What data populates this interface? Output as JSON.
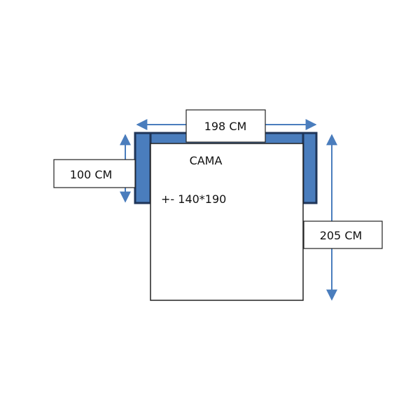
{
  "diagram": {
    "bed_label": "CAMA",
    "bed_size": "+- 140*190",
    "width_dimension": "198 CM",
    "height_dimension": "205 CM",
    "arm_depth_dimension": "100 CM"
  },
  "colors": {
    "frame_fill": "#4a7dbd",
    "frame_outline": "#1f3558",
    "arrow": "#4a7dbd",
    "box_outline": "#222222",
    "bed_fill": "#ffffff"
  }
}
